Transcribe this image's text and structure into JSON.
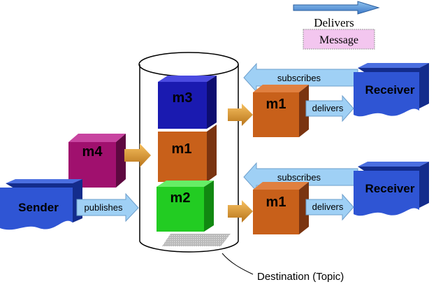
{
  "legend": {
    "delivers_label": "Delivers",
    "message_label": "Message"
  },
  "messages": {
    "m1": "m1",
    "m2": "m2",
    "m3": "m3",
    "m4": "m4"
  },
  "sender": {
    "label": "Sender",
    "arrow_label": "publishes"
  },
  "receivers": [
    {
      "label": "Receiver",
      "subscribe_label": "subscribes",
      "deliver_label": "delivers",
      "message": "m1"
    },
    {
      "label": "Receiver",
      "subscribe_label": "subscribes",
      "deliver_label": "delivers",
      "message": "m1"
    }
  ],
  "destination": {
    "label": "Destination (Topic)"
  },
  "colors": {
    "sender_blue": "#2f55d4",
    "arrow_light_blue": "#9fd0f5",
    "m1_orange": "#c8601a",
    "m2_green": "#22cc22",
    "m3_blue": "#1a1ab0",
    "m4_magenta": "#a0106e",
    "legend_pink": "#f3c6ef"
  }
}
